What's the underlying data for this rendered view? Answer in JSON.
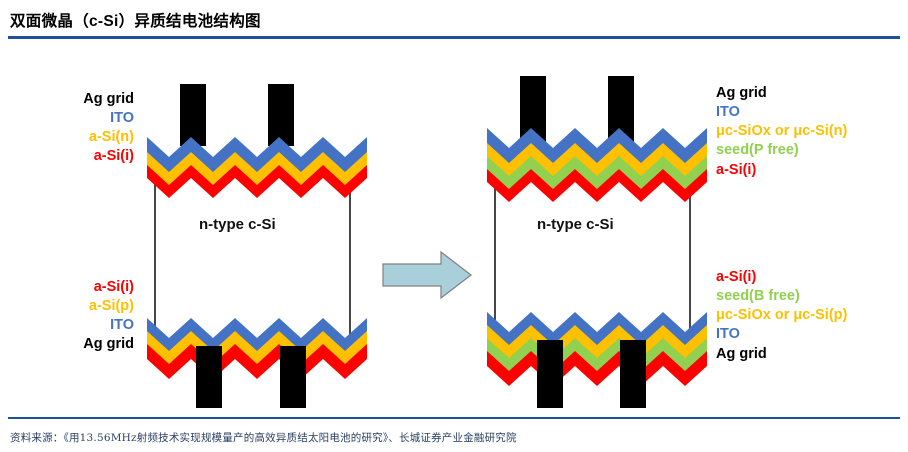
{
  "header": {
    "title": "双面微晶（c-Si）异质结电池结构图",
    "rule_color": "#1F4E9C"
  },
  "footer": {
    "source": "资料来源：《用13.56MHz射频技术实现规模量产的高效异质结太阳电池的研究》、长城证券产业金融研究院"
  },
  "colors": {
    "ito_blue": "#4472C4",
    "asi_n_yellow": "#FFC000",
    "asi_i_red": "#FF0000",
    "seed_green": "#92D050",
    "ag_grid_black": "#000000",
    "arrow_fill": "#A9CFDA",
    "arrow_stroke": "#808080",
    "wafer_outline": "#333333",
    "wafer_fill": "#FFFFFF"
  },
  "left_cell": {
    "core_label": "n-type c-Si",
    "top_labels": [
      {
        "text": "Ag grid",
        "color": "#000000"
      },
      {
        "text": "ITO",
        "color": "#4472C4"
      },
      {
        "text": "a-Si(n)",
        "color": "#FFC000"
      },
      {
        "text": "a-Si(i)",
        "color": "#FF0000"
      }
    ],
    "bottom_labels": [
      {
        "text": "a-Si(i)",
        "color": "#FF0000"
      },
      {
        "text": "a-Si(p)",
        "color": "#FFC000"
      },
      {
        "text": "ITO",
        "color": "#4472C4"
      },
      {
        "text": "Ag grid",
        "color": "#000000"
      }
    ],
    "top_stack_colors": [
      "#4472C4",
      "#FFC000",
      "#FF0000"
    ],
    "bottom_stack_colors": [
      "#FF0000",
      "#FFC000",
      "#4472C4"
    ]
  },
  "right_cell": {
    "core_label": "n-type c-Si",
    "top_labels": [
      {
        "text": "Ag grid",
        "color": "#000000"
      },
      {
        "text": "ITO",
        "color": "#4472C4"
      },
      {
        "text": "μc-SiOx or μc-Si(n)",
        "color": "#FFC000"
      },
      {
        "text": "seed(P free)",
        "color": "#92D050"
      },
      {
        "text": "a-Si(i)",
        "color": "#FF0000"
      }
    ],
    "bottom_labels": [
      {
        "text": "a-Si(i)",
        "color": "#FF0000"
      },
      {
        "text": "seed(B free)",
        "color": "#92D050"
      },
      {
        "text": "μc-SiOx or μc-Si(p)",
        "color": "#FFC000"
      },
      {
        "text": "ITO",
        "color": "#4472C4"
      },
      {
        "text": "Ag grid",
        "color": "#000000"
      }
    ],
    "top_stack_colors": [
      "#4472C4",
      "#FFC000",
      "#92D050",
      "#FF0000"
    ],
    "bottom_stack_colors": [
      "#FF0000",
      "#92D050",
      "#FFC000",
      "#4472C4"
    ]
  },
  "transition_arrow": {
    "name": "right-arrow",
    "direction": "right"
  }
}
